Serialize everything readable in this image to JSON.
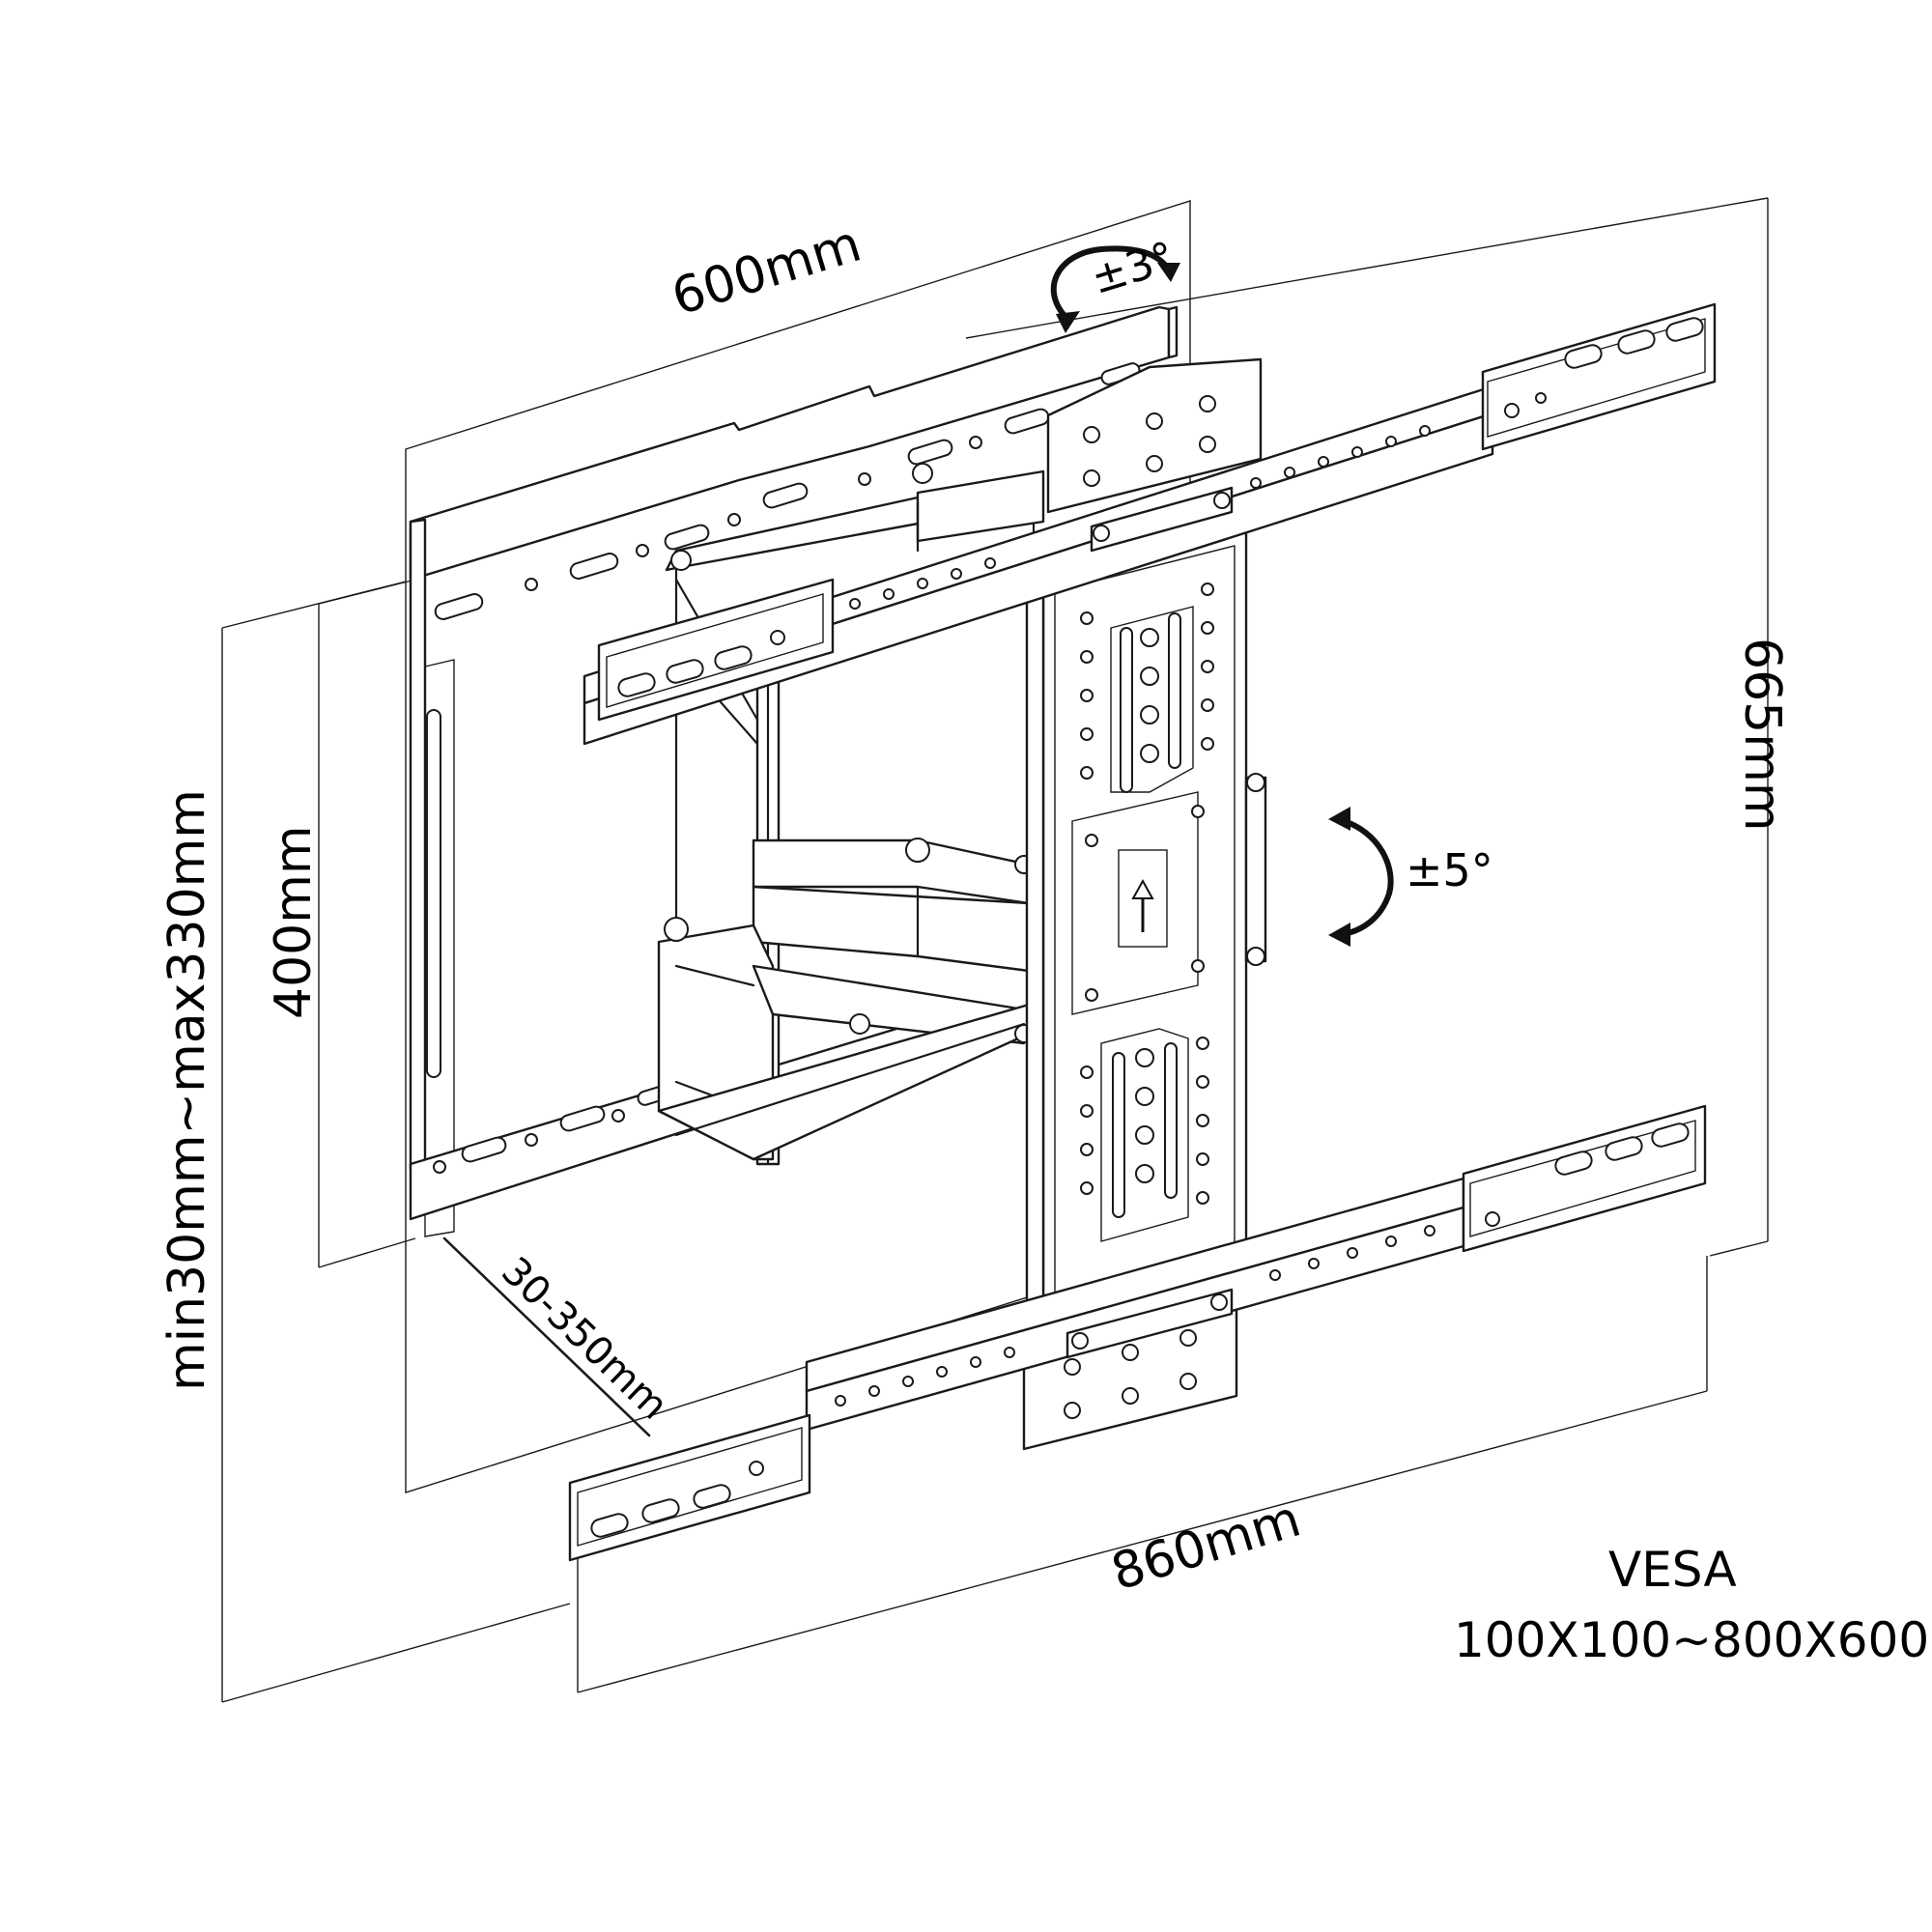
{
  "dimensions": {
    "wall_plate_width": "600mm",
    "wall_plate_height": "400mm",
    "tv_rail_span": "860mm",
    "tv_plate_height": "665mm",
    "extension": "30-350mm",
    "profile": "min30mm~max330mm"
  },
  "angles": {
    "level_adjust": "±3°",
    "tilt": "±5°"
  },
  "vesa": {
    "title": "VESA",
    "range": "100X100~800X600"
  },
  "icons": [
    "rotate-arrow-icon",
    "tilt-arrow-icon",
    "up-arrow-icon"
  ]
}
